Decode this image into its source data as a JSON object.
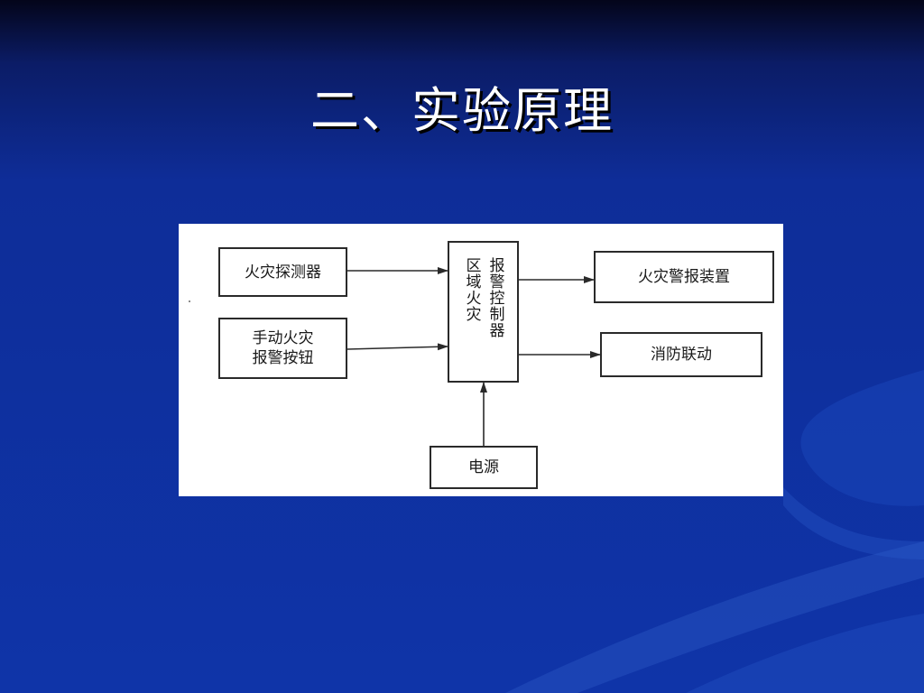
{
  "slide": {
    "title": "二、实验原理"
  },
  "diagram": {
    "nodes": {
      "fire_detector": "火灾探测器",
      "manual_button": "手动火灾\n报警按钮",
      "controller_col1": "报警控制器",
      "controller_col2": "区域火灾",
      "alarm_device": "火灾警报装置",
      "linkage": "消防联动",
      "power": "电源"
    }
  },
  "colors": {
    "background": "#0f34a8",
    "title_text": "#ffffff",
    "panel": "#ffffff",
    "stroke": "#2a2a2a"
  }
}
